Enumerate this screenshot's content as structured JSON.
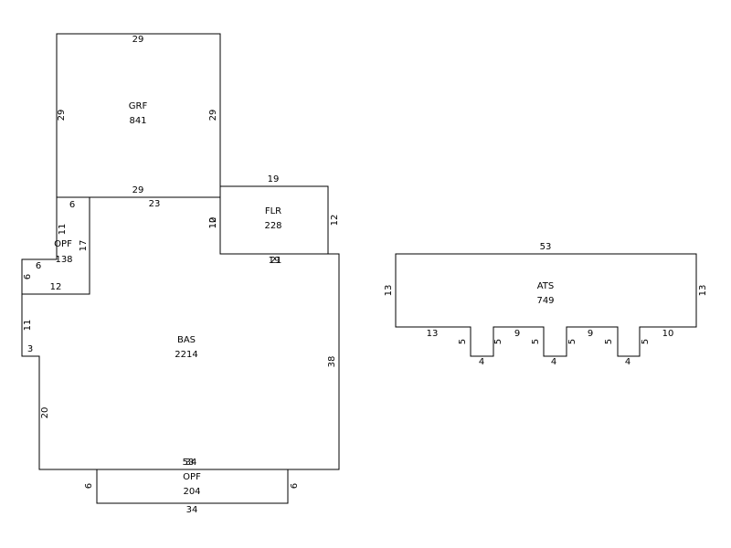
{
  "areas": {
    "grf": {
      "code": "GRF",
      "area": "841"
    },
    "flr": {
      "code": "FLR",
      "area": "228"
    },
    "opf_top": {
      "code": "OPF",
      "area": "138"
    },
    "bas": {
      "code": "BAS",
      "area": "2214"
    },
    "opf_bottom": {
      "code": "OPF",
      "area": "204"
    },
    "ats": {
      "code": "ATS",
      "area": "749"
    }
  },
  "dims": {
    "grf_top": "29",
    "grf_left": "29",
    "grf_right": "29",
    "grf_bottom": "29",
    "flr_top": "19",
    "flr_left_a": "10",
    "flr_left_b": "12",
    "flr_right": "12",
    "flr_bottom_a": "19",
    "flr_bottom_b": "21",
    "opf_top_top": "6",
    "opf_top_left": "11",
    "opf_top_right": "17",
    "opf_top_small_top": "6",
    "opf_top_small_left": "6",
    "opf_top_bottom": "12",
    "bas_top": "23",
    "bas_left_a": "11",
    "bas_left_b": "3",
    "bas_left_c": "20",
    "bas_right": "38",
    "bas_bottom_a": "53",
    "bas_bottom_b": "34",
    "opf_bottom_left": "6",
    "opf_bottom_right": "6",
    "opf_bottom_bottom": "34",
    "ats_top": "53",
    "ats_left": "13",
    "ats_right": "13",
    "ats_b1": "13",
    "ats_n1_l": "5",
    "ats_n1_b": "4",
    "ats_n1_r": "5",
    "ats_b2": "9",
    "ats_n2_l": "5",
    "ats_n2_b": "4",
    "ats_n2_r": "5",
    "ats_b3": "9",
    "ats_n3_l": "5",
    "ats_n3_b": "4",
    "ats_n3_r": "5",
    "ats_b4": "10"
  }
}
